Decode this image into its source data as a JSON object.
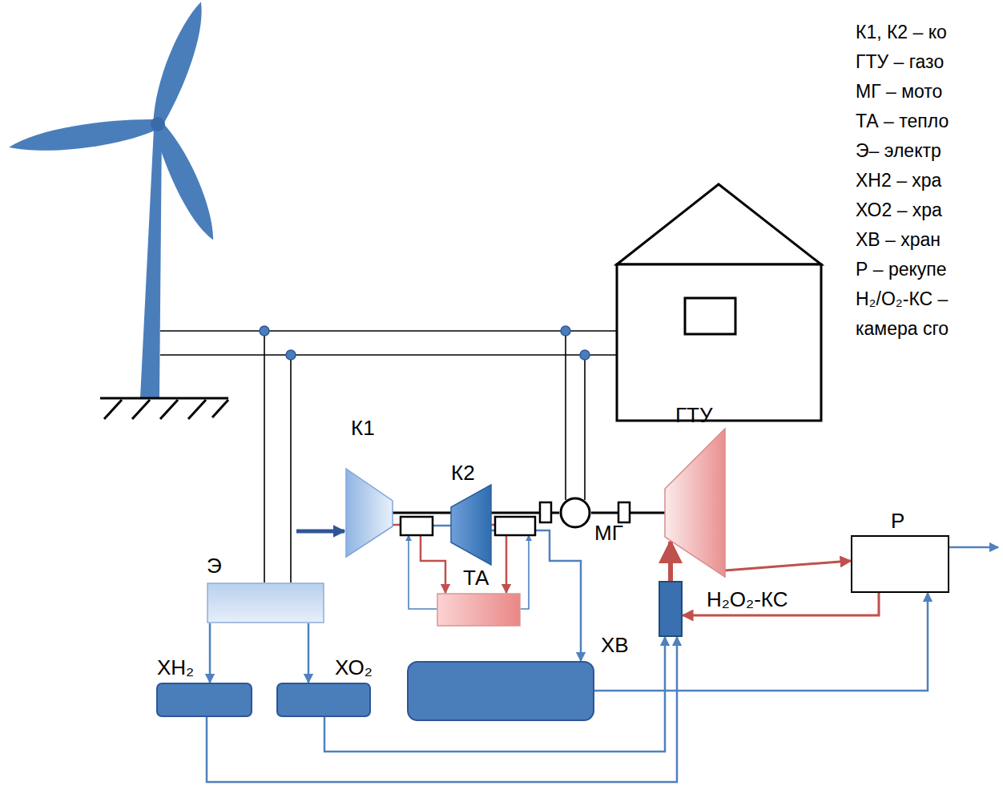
{
  "diagram": {
    "nodes": [
      {
        "text": [
          "К1"
        ]
      },
      {
        "text": [
          "К2"
        ]
      },
      {
        "text": [
          "МГ"
        ]
      },
      {
        "text": [
          "ГТУ"
        ]
      },
      {
        "text": [
          "Р"
        ]
      },
      {
        "text": [
          "Э"
        ]
      },
      {
        "text": [
          "ТА"
        ]
      },
      {
        "text": [
          "H₂O₂-КС"
        ]
      },
      {
        "text": [
          "ХН₂"
        ]
      },
      {
        "text": [
          "ХО₂"
        ]
      },
      {
        "text": [
          "ХВ"
        ]
      }
    ],
    "edges": [
      {
        "from": 0,
        "to": 1,
        "arrow": "none"
      },
      {
        "from": 1,
        "to": 2,
        "arrow": "none"
      },
      {
        "from": 2,
        "to": 3,
        "arrow": "none"
      },
      {
        "from": 0,
        "to": 6,
        "arrow": "to"
      },
      {
        "from": 1,
        "to": 6,
        "arrow": "to"
      },
      {
        "from": 1,
        "to": 10,
        "arrow": "to"
      },
      {
        "from": 3,
        "to": 4,
        "arrow": "to"
      },
      {
        "from": 4,
        "to": 7,
        "arrow": "to"
      },
      {
        "from": 7,
        "to": 3,
        "arrow": "to"
      },
      {
        "from": 5,
        "to": 8,
        "arrow": "to"
      },
      {
        "from": 5,
        "to": 9,
        "arrow": "to"
      },
      {
        "from": 8,
        "to": 7,
        "arrow": "to"
      },
      {
        "from": 9,
        "to": 7,
        "arrow": "to"
      },
      {
        "from": 10,
        "to": 4,
        "arrow": "to"
      }
    ],
    "labels": [
      "К1, К2 – ко",
      "ГТУ – газо",
      "МГ – мото",
      "ТА – тепло",
      "Э– электр",
      "ХН2 – хра",
      "ХО2 – хра",
      "ХВ – хран",
      "Р – рекупе",
      "H₂/O₂-КС –",
      "камера сго"
    ]
  }
}
